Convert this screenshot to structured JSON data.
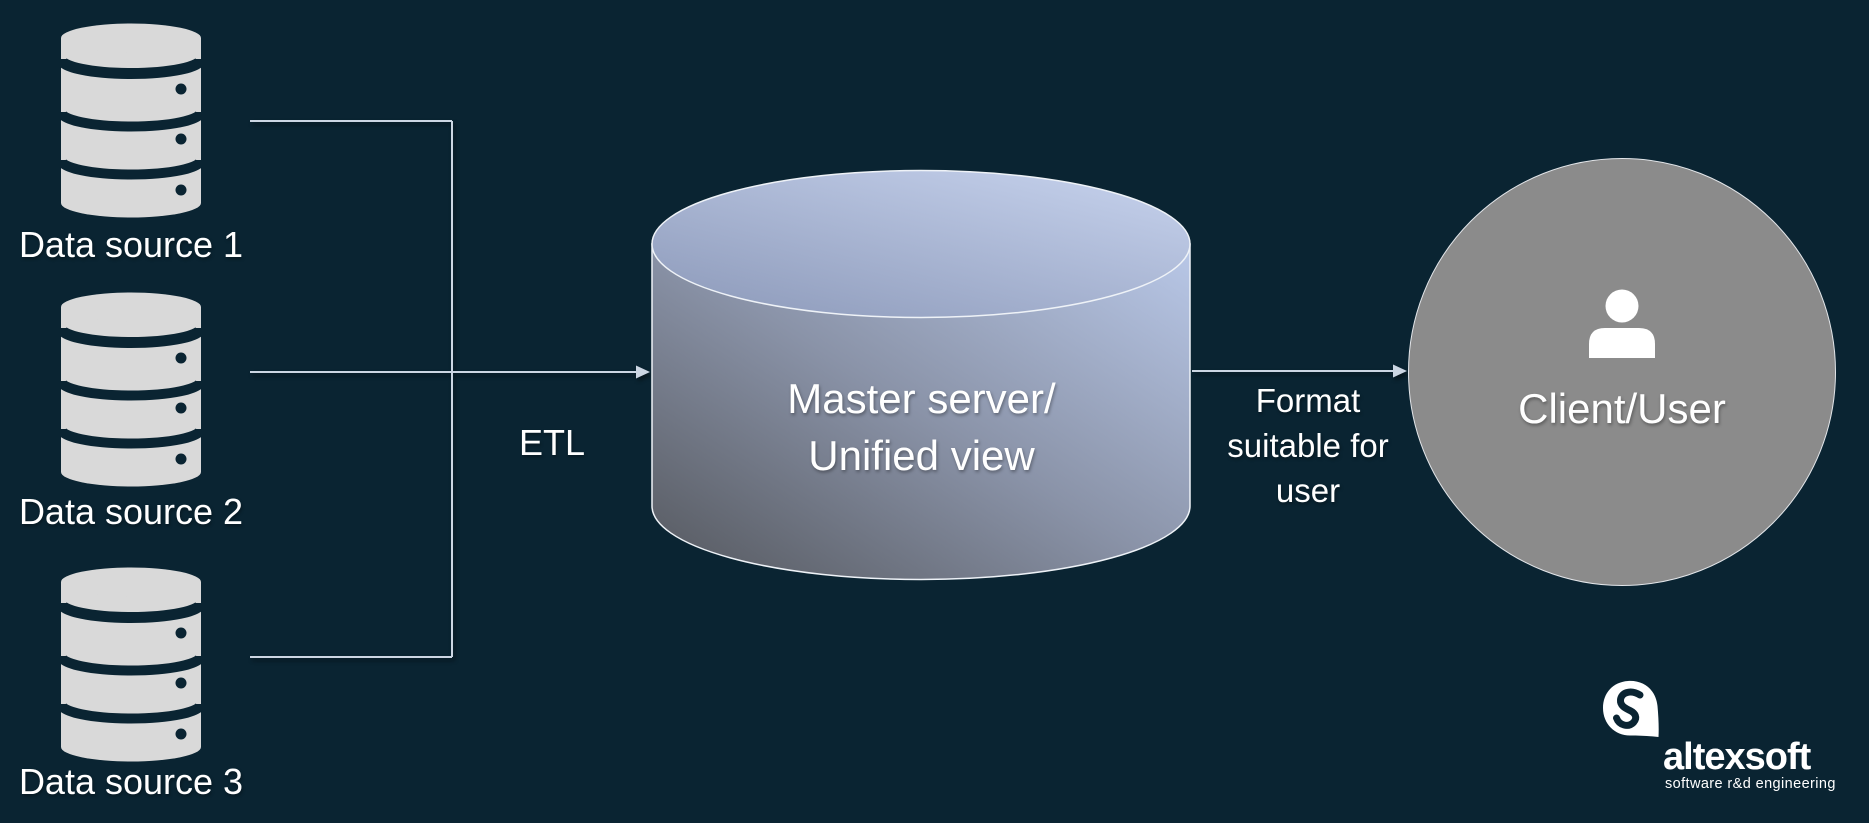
{
  "colors": {
    "background": "#0a2432",
    "icon_gray": "#d9d9d9",
    "connector_line": "#ccd6e3",
    "client_circle_fill": "#8b8b8b",
    "cylinder_dark": "#54575d",
    "cylinder_mid": "#8a93a8",
    "cylinder_light": "#b9c8e8",
    "text": "#ffffff"
  },
  "data_sources": [
    {
      "label": "Data source 1"
    },
    {
      "label": "Data source 2"
    },
    {
      "label": "Data source 3"
    }
  ],
  "etl": {
    "label": "ETL"
  },
  "master": {
    "line1": "Master server/",
    "line2": "Unified view"
  },
  "format_note": {
    "line1": "Format",
    "line2": "suitable for",
    "line3": "user"
  },
  "client": {
    "label": "Client/User"
  },
  "logo": {
    "name": "altexsoft",
    "tagline": "software r&d engineering"
  }
}
